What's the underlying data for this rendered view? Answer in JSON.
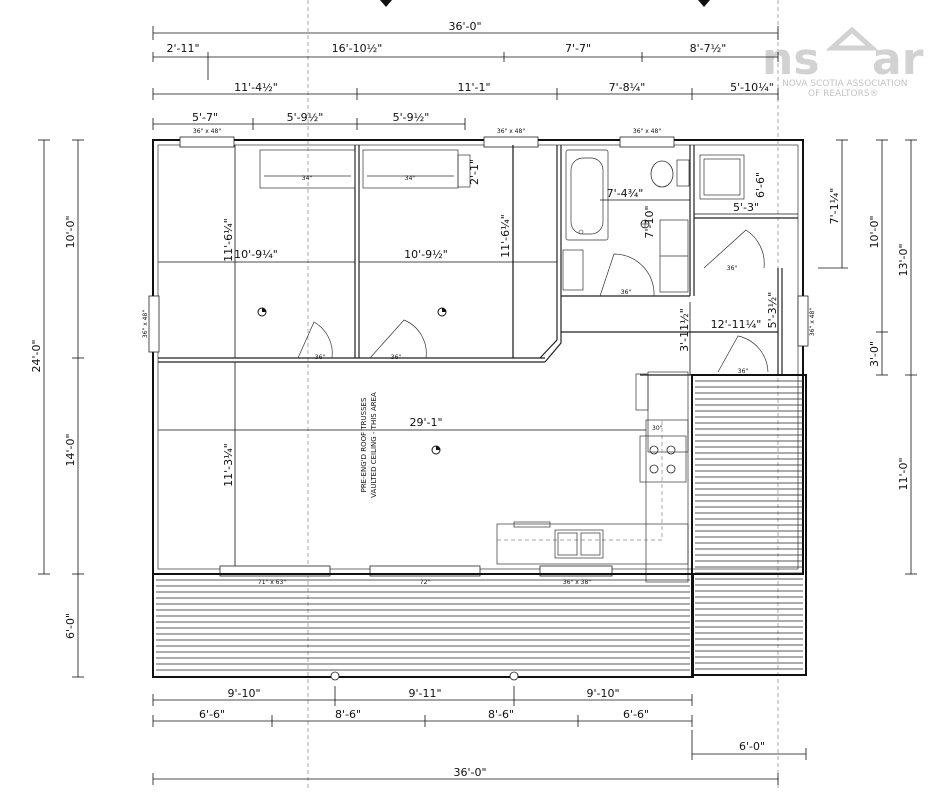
{
  "logo": {
    "mark": "ns",
    "house_letters": "ar",
    "association": "NOVA SCOTIA ASSOCIATION",
    "realtors": "OF REALTORS®"
  },
  "dimensions_top": {
    "overall": "36'-0\"",
    "row1": [
      "2'-11\"",
      "16'-10½\"",
      "7'-7\"",
      "8'-7½\""
    ],
    "row2": [
      "11'-4½\"",
      "11'-1\"",
      "7'-8¼\"",
      "5'-10¼\""
    ],
    "row3": [
      "5'-7\"",
      "5'-9½\"",
      "5'-9½\""
    ]
  },
  "dimensions_bottom": {
    "row1": [
      "9'-10\"",
      "9'-11\"",
      "9'-10\""
    ],
    "row2": [
      "6'-6\"",
      "8'-6\"",
      "8'-6\"",
      "6'-6\""
    ],
    "deck_extension": "6'-0\"",
    "overall": "36'-0\""
  },
  "dimensions_left": [
    "10'-0\"",
    "24'-0\"",
    "14'-0\"",
    "6'-0\""
  ],
  "dimensions_right": [
    "7'-1¼\"",
    "10'-0\"",
    "13'-0\"",
    "3'-0\"",
    "11'-0\""
  ],
  "interior_dimensions": {
    "bedroom1_depth": "11'-6¼\"",
    "bedroom1_width": "10'-9¼\"",
    "bedroom2_width": "10'-9½\"",
    "bedroom2_depth": "11'-6¼\"",
    "closet_depth": "2'-1\"",
    "bath_width": "7'-4¾\"",
    "bath_depth": "7'-10\"",
    "laundry_width": "5'-3\"",
    "laundry_depth": "6'-6\"",
    "entry_width": "12'-11¼\"",
    "entry_depth_a": "3'-11½\"",
    "entry_depth_b": "5'-3½\"",
    "living_width": "29'-1\"",
    "living_depth": "11'-3¼\""
  },
  "window_labels": {
    "top_left": "36\" x 48\"",
    "top_mid": "36\" x 48\"",
    "top_right": "36\" x 48\"",
    "left": "36\" x 48\"",
    "right": "36\" x 48\"",
    "bottom_left": "71\" x 63\"",
    "bottom_mid": "72\"",
    "bottom_right": "36\" x 38\""
  },
  "closet_labels": [
    "34\"",
    "34\""
  ],
  "door_labels": {
    "bed1": "36\"",
    "bed2": "36\"",
    "bath": "36\"",
    "laundry": "36\"",
    "entry": "36\""
  },
  "kitchen_labels": {
    "range": "30\""
  },
  "notes": {
    "vault_line1": "PRE-ENG'D ROOF TRUSSES",
    "vault_line2": "VAULTED CEILING - THIS AREA"
  }
}
